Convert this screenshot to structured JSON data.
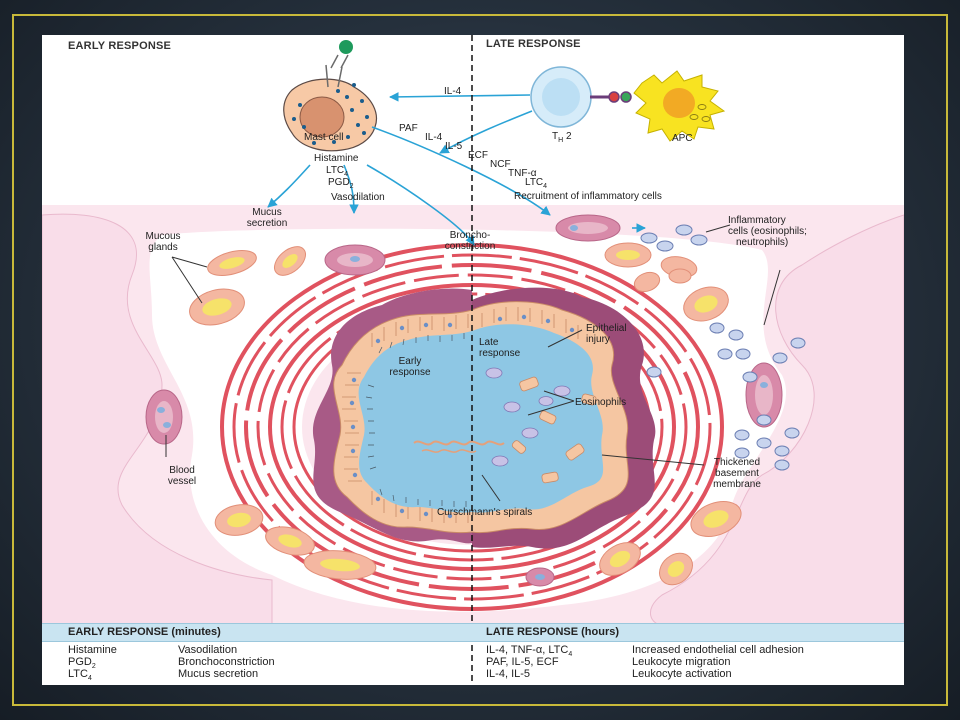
{
  "headers": {
    "early": "EARLY RESPONSE",
    "late": "LATE RESPONSE"
  },
  "cells": {
    "mast_cell": "Mast cell",
    "th2": "T",
    "th2_sub": "H",
    "th2_num": "2",
    "apc": "APC",
    "inflammatory_cells": [
      "Inflammatory",
      "cells (eosinophils;",
      "neutrophils)"
    ]
  },
  "signals": {
    "il4_top": "IL-4",
    "paf": "PAF",
    "il4": "IL-4",
    "il5": "IL-5",
    "ecf": "ECF",
    "ncf": "NCF",
    "tnf": "TNF-α",
    "ltc4_late": "LTC",
    "recruitment": "Recruitment of inflammatory cells"
  },
  "mediators": {
    "histamine": "Histamine",
    "ltc4": "LTC",
    "pgd2": "PGD",
    "vasodilation": "Vasodilation",
    "mucus_secretion": [
      "Mucus",
      "secretion"
    ],
    "bronchoconstriction": [
      "Broncho-",
      "constriction"
    ]
  },
  "anatomy": {
    "mucous_glands": [
      "Mucous",
      "glands"
    ],
    "blood_vessel": [
      "Blood",
      "vessel"
    ],
    "early_response": [
      "Early",
      "response"
    ],
    "late_response": [
      "Late",
      "response"
    ],
    "epithelial_injury": [
      "Epithelial",
      "injury"
    ],
    "eosinophils": "Eosinophils",
    "thickened_bm": [
      "Thickened",
      "basement",
      "membrane"
    ],
    "curschmann": "Curschmann's spirals"
  },
  "table": {
    "early_header": "EARLY RESPONSE (minutes)",
    "late_header": "LATE RESPONSE (hours)",
    "early_rows": [
      {
        "mediator": "Histamine",
        "effect": "Vasodilation"
      },
      {
        "mediator": "PGD",
        "sub": "2",
        "effect": "Bronchoconstriction"
      },
      {
        "mediator": "LTC",
        "sub": "4",
        "effect": "Mucus secretion"
      }
    ],
    "late_rows": [
      {
        "mediator": "IL-4, TNF-α, LTC",
        "sub": "4",
        "effect": "Increased endothelial cell adhesion"
      },
      {
        "mediator": "PAF, IL-5, ECF",
        "sub": "",
        "effect": "Leukocyte migration"
      },
      {
        "mediator": "IL-4, IL-5",
        "sub": "",
        "effect": "Leukocyte activation"
      }
    ]
  },
  "subscripts": {
    "four": "4",
    "two": "2"
  },
  "colors": {
    "tissue_pink": "#f9dde9",
    "muscle_red": "#e0525f",
    "lumen_blue": "#8ec7e4",
    "epithelium": "#f5c6a2",
    "basement_membrane": "#9c4c78",
    "gland_yellow": "#f6e26a",
    "arrow_blue": "#2aa3d6",
    "table_band": "#c9e4f1"
  }
}
